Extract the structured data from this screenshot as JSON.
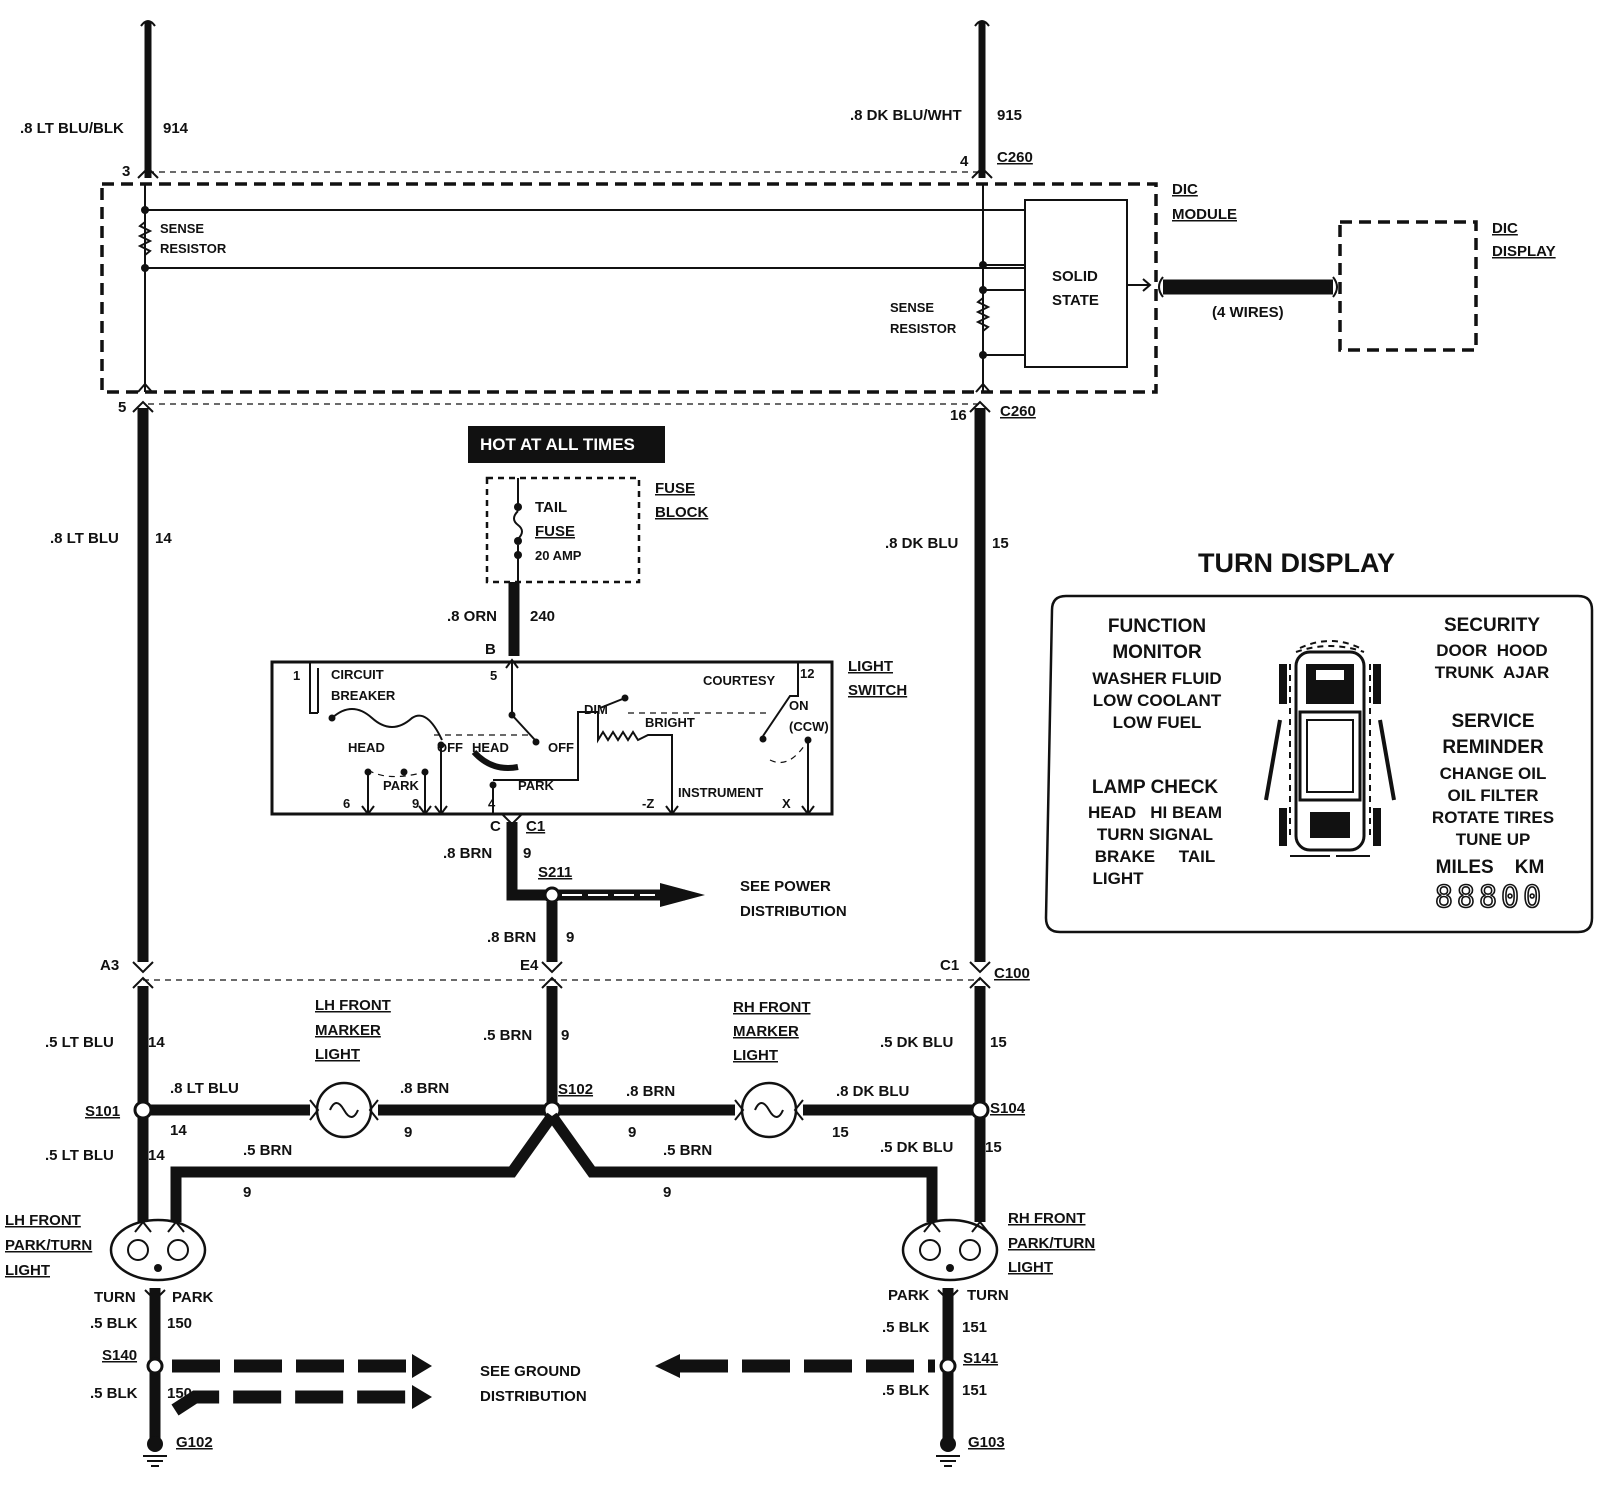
{
  "diagram": {
    "wires": {
      "w914_color": ".8 LT BLU/BLK",
      "w914_num": "914",
      "w915_color": ".8 DK BLU/WHT",
      "w915_num": "915",
      "w14a_color": ".8 LT BLU",
      "w14a_num": "14",
      "w15a_color": ".8 DK BLU",
      "w15a_num": "15",
      "w240_color": ".8 ORN",
      "w240_num": "240",
      "w9a_color": ".8 BRN",
      "w9a_num": "9",
      "w9b_color": ".8 BRN",
      "w9b_num": "9",
      "w14b_color": ".5 LT BLU",
      "w14b_num": "14",
      "w9c_color": ".5 BRN",
      "w9c_num": "9",
      "w15b_color": ".5 DK BLU",
      "w15b_num": "15",
      "w14c_color": ".8 LT BLU",
      "w14c_num": "14",
      "w9d_color": ".8 BRN",
      "w9d_num": "9",
      "w9e_color": ".8 BRN",
      "w9e_num": "9",
      "w15c_color": ".8 DK BLU",
      "w15c_num": "15",
      "w14d_color": ".5 LT BLU",
      "w14d_num": "14",
      "w9f_color": ".5 BRN",
      "w9f_num": "9",
      "w9g_color": ".5 BRN",
      "w9g_num": "9",
      "w15d_color": ".5 DK BLU",
      "w15d_num": "15",
      "w150a_color": ".5 BLK",
      "w150a_num": "150",
      "w150b_color": ".5 BLK",
      "w150b_num": "150",
      "w151a_color": ".5 BLK",
      "w151a_num": "151",
      "w151b_color": ".5 BLK",
      "w151b_num": "151"
    },
    "pins": {
      "p3": "3",
      "p4": "4",
      "p5": "5",
      "p16": "16",
      "c260_top": "C260",
      "c260_bot": "C260",
      "pB": "B",
      "p1": "1",
      "p5s": "5",
      "p12": "12",
      "p6": "6",
      "p9": "9",
      "p4s": "4",
      "pz": "-Z",
      "px": "X",
      "pC": "C",
      "c1": "C1",
      "a3": "A3",
      "e4": "E4",
      "c1b": "C1",
      "c100": "C100"
    },
    "modules": {
      "dic_module_1": "DIC",
      "dic_module_2": "MODULE",
      "dic_display_1": "DIC",
      "dic_display_2": "DISPLAY",
      "sense_l_1": "SENSE",
      "sense_l_2": "RESISTOR",
      "sense_r_1": "SENSE",
      "sense_r_2": "RESISTOR",
      "solid_1": "SOLID",
      "solid_2": "STATE",
      "four_wires": "(4 WIRES)"
    },
    "fuse": {
      "hot": "HOT AT ALL TIMES",
      "fb_1": "FUSE",
      "fb_2": "BLOCK",
      "tail_1": "TAIL",
      "tail_2": "FUSE",
      "tail_3": "20 AMP"
    },
    "light_switch": {
      "title_1": "LIGHT",
      "title_2": "SWITCH",
      "cb_1": "CIRCUIT",
      "cb_2": "BREAKER",
      "head_l": "HEAD",
      "off_l": "OFF",
      "park_l": "PARK",
      "head_m": "HEAD",
      "off_m": "OFF",
      "park_m": "PARK",
      "courtesy": "COURTESY",
      "dim": "DIM",
      "bright": "BRIGHT",
      "on": "ON",
      "ccw": "(CCW)",
      "instrument": "INSTRUMENT"
    },
    "splices": {
      "s211": "S211",
      "s101": "S101",
      "s102": "S102",
      "s104": "S104",
      "s140": "S140",
      "s141": "S141",
      "g102": "G102",
      "g103": "G103"
    },
    "refs": {
      "power_1": "SEE POWER",
      "power_2": "DISTRIBUTION",
      "ground_1": "SEE GROUND",
      "ground_2": "DISTRIBUTION"
    },
    "lamps": {
      "lhm_1": "LH FRONT",
      "lhm_2": "MARKER",
      "lhm_3": "LIGHT",
      "rhm_1": "RH FRONT",
      "rhm_2": "MARKER",
      "rhm_3": "LIGHT",
      "lhp_1": "LH FRONT",
      "lhp_2": "PARK/TURN",
      "lhp_3": "LIGHT",
      "rhp_1": "RH FRONT",
      "rhp_2": "PARK/TURN",
      "rhp_3": "LIGHT",
      "lh_turn": "TURN",
      "lh_park": "PARK",
      "rh_park": "PARK",
      "rh_turn": "TURN"
    },
    "turn_display": {
      "title": "TURN DISPLAY",
      "fm_1": "FUNCTION",
      "fm_2": "MONITOR",
      "fm_3": "WASHER FLUID",
      "fm_4": "LOW COOLANT",
      "fm_5": "LOW FUEL",
      "lc_1": "LAMP CHECK",
      "lc_2": "HEAD   HI BEAM",
      "lc_3": "TURN SIGNAL",
      "lc_4": "BRAKE     TAIL",
      "lc_5": "LIGHT",
      "sec_1": "SECURITY",
      "sec_2": "DOOR  HOOD",
      "sec_3": "TRUNK  AJAR",
      "sr_1": "SERVICE",
      "sr_2": "REMINDER",
      "sr_3": "CHANGE OIL",
      "sr_4": "OIL FILTER",
      "sr_5": "ROTATE TIRES",
      "sr_6": "TUNE UP",
      "sr_7": "MILES    KM",
      "odometer": "88800"
    }
  }
}
